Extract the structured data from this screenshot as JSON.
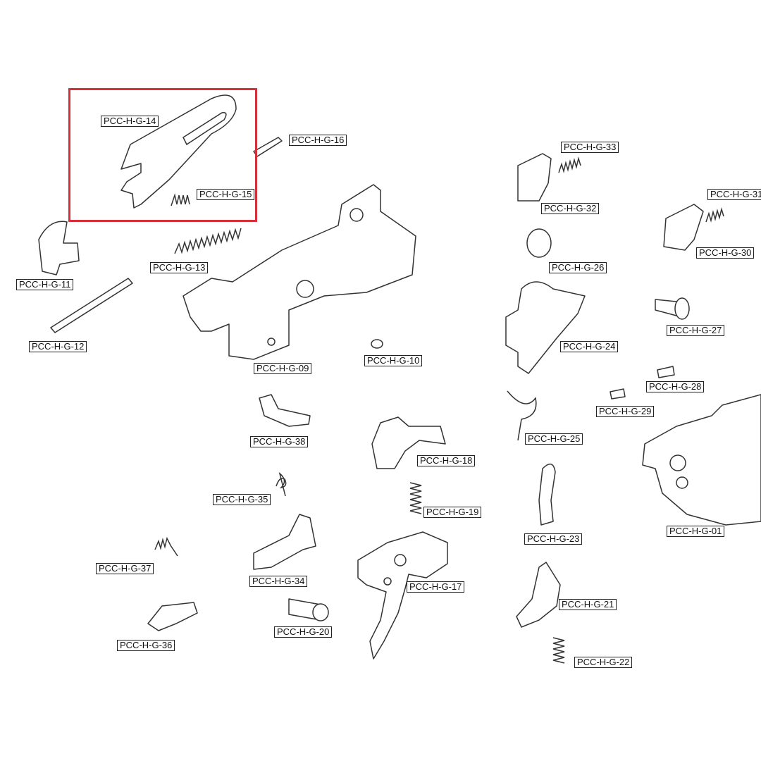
{
  "highlight_color": "#d5303a",
  "highlighted_part": "PCC-H-G-14",
  "labels": {
    "g14": "PCC-H-G-14",
    "g16": "PCC-H-G-16",
    "g15": "PCC-H-G-15",
    "g13": "PCC-H-G-13",
    "g11": "PCC-H-G-11",
    "g12": "PCC-H-G-12",
    "g09": "PCC-H-G-09",
    "g10": "PCC-H-G-10",
    "g33": "PCC-H-G-33",
    "g32": "PCC-H-G-32",
    "g31": "PCC-H-G-31",
    "g30": "PCC-H-G-30",
    "g26": "PCC-H-G-26",
    "g27": "PCC-H-G-27",
    "g24": "PCC-H-G-24",
    "g28": "PCC-H-G-28",
    "g29": "PCC-H-G-29",
    "g25": "PCC-H-G-25",
    "g18": "PCC-H-G-18",
    "g38": "PCC-H-G-38",
    "g35": "PCC-H-G-35",
    "g19": "PCC-H-G-19",
    "g23": "PCC-H-G-23",
    "g01": "PCC-H-G-01",
    "g37": "PCC-H-G-37",
    "g34": "PCC-H-G-34",
    "g17": "PCC-H-G-17",
    "g21": "PCC-H-G-21",
    "g20": "PCC-H-G-20",
    "g36": "PCC-H-G-36",
    "g22": "PCC-H-G-22"
  }
}
